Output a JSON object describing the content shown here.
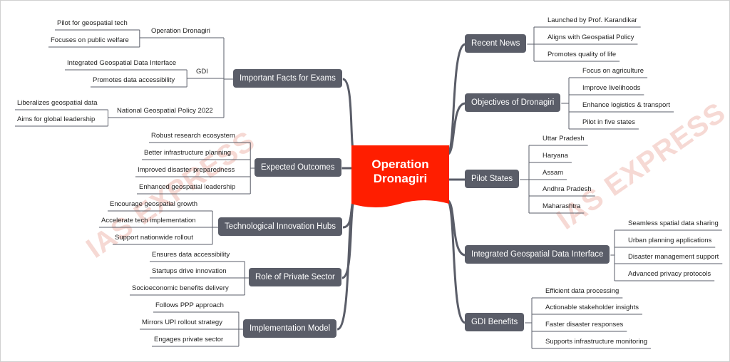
{
  "center": {
    "title": "Operation\nDronagiri",
    "color": "#ff1e00"
  },
  "watermark": "IAS EXPRESS",
  "colors": {
    "topic_bg": "#5a5d68",
    "line": "#5a5d68",
    "center": "#ff1e00"
  },
  "right": [
    {
      "label": "Recent News",
      "items": [
        "Launched by Prof. Karandikar",
        "Aligns with Geospatial Policy",
        "Promotes quality of life"
      ]
    },
    {
      "label": "Objectives of Dronagiri",
      "items": [
        "Focus on agriculture",
        "Improve livelihoods",
        "Enhance logistics & transport",
        "Pilot in five states"
      ]
    },
    {
      "label": "Pilot States",
      "items": [
        "Uttar Pradesh",
        "Haryana",
        "Assam",
        "Andhra Pradesh",
        "Maharashtra"
      ]
    },
    {
      "label": "Integrated Geospatial Data Interface",
      "items": [
        "Seamless spatial data sharing",
        "Urban planning applications",
        "Disaster management support",
        "Advanced privacy protocols"
      ]
    },
    {
      "label": "GDI Benefits",
      "items": [
        "Efficient data processing",
        "Actionable stakeholder insights",
        "Faster disaster responses",
        "Supports infrastructure monitoring"
      ]
    }
  ],
  "left": [
    {
      "label": "Important Facts for Exams",
      "groups": [
        {
          "label": "Operation Dronagiri",
          "items": [
            "Pilot for geospatial tech",
            "Focuses on public welfare"
          ]
        },
        {
          "label": "GDI",
          "items": [
            "Integrated Geospatial Data Interface",
            "Promotes data accessibility"
          ]
        },
        {
          "label": "National Geospatial Policy 2022",
          "items": [
            "Liberalizes geospatial data",
            "Aims for global leadership"
          ]
        }
      ]
    },
    {
      "label": "Expected Outcomes",
      "items": [
        "Robust research ecosystem",
        "Better infrastructure planning",
        "Improved disaster preparedness",
        "Enhanced geospatial leadership"
      ]
    },
    {
      "label": "Technological Innovation Hubs",
      "items": [
        "Encourage geospatial growth",
        "Accelerate tech implementation",
        "Support nationwide rollout"
      ]
    },
    {
      "label": "Role of Private Sector",
      "items": [
        "Ensures data accessibility",
        "Startups drive innovation",
        "Socioeconomic benefits delivery"
      ]
    },
    {
      "label": "Implementation Model",
      "items": [
        "Follows PPP approach",
        "Mirrors UPI rollout strategy",
        "Engages private sector"
      ]
    }
  ]
}
